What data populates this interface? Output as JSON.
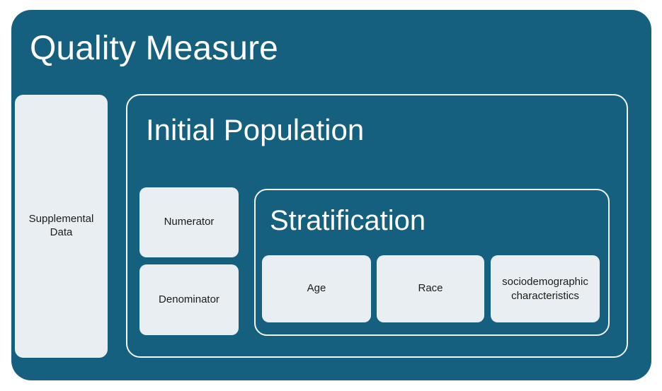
{
  "diagram": {
    "title": "Quality Measure",
    "colors": {
      "container_fill": "#15607f",
      "box_fill": "#e8eef1",
      "outline": "#f2f6f8",
      "title_text": "#ffffff",
      "box_text": "#1c1c1c"
    },
    "supplemental": {
      "label": "Supplemental Data"
    },
    "initial_population": {
      "title": "Initial Population",
      "components": [
        {
          "label": "Numerator"
        },
        {
          "label": "Denominator"
        }
      ],
      "stratification": {
        "title": "Stratification",
        "items": [
          {
            "label": "Age"
          },
          {
            "label": "Race"
          },
          {
            "label": "sociodemographic characteristics"
          }
        ]
      }
    }
  }
}
